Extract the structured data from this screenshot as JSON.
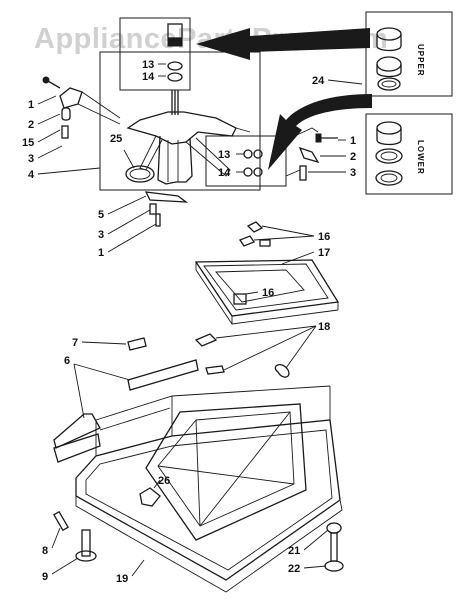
{
  "watermark": "AppliancePartsPros.com",
  "bearing_panel": {
    "upper_label": "UPPER",
    "lower_label": "LOWER"
  },
  "callouts": {
    "c1a": "1",
    "c2a": "2",
    "c15": "15",
    "c3a": "3",
    "c4": "4",
    "c13a": "13",
    "c14a": "14",
    "c25": "25",
    "c5": "5",
    "c3b": "3",
    "c1b": "1",
    "c24": "24",
    "c1c": "1",
    "c2b": "2",
    "c3c": "3",
    "c13b": "13",
    "c14b": "14",
    "c16a": "16",
    "c17": "17",
    "c16b": "16",
    "c18": "18",
    "c7": "7",
    "c6": "6",
    "c26": "26",
    "c8": "8",
    "c9": "9",
    "c19": "19",
    "c21": "21",
    "c22": "22"
  },
  "colors": {
    "ink": "#1a1a1a",
    "watermark": "#d0d0d0",
    "background": "#ffffff"
  }
}
